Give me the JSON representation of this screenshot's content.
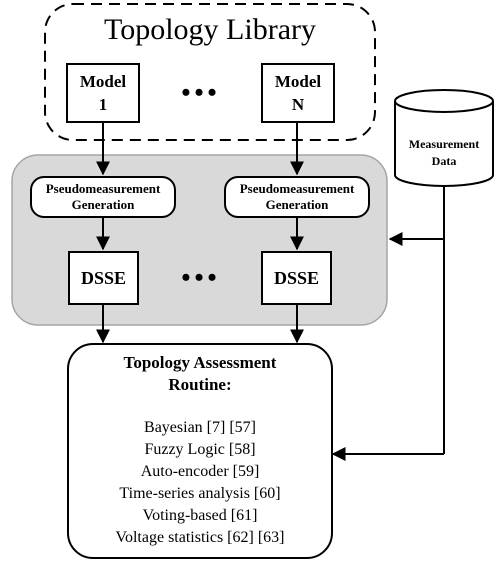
{
  "library": {
    "title": "Topology Library",
    "models": [
      {
        "line1": "Model",
        "line2": "1"
      },
      {
        "line1": "Model",
        "line2": "N"
      }
    ],
    "ellipsis": "•••"
  },
  "estimation": {
    "pseudo": [
      {
        "line1": "Pseudomeasurement",
        "line2": "Generation"
      },
      {
        "line1": "Pseudomeasurement",
        "line2": "Generation"
      }
    ],
    "dsse": [
      "DSSE",
      "DSSE"
    ],
    "ellipsis": "•••"
  },
  "measurement": {
    "line1": "Measurement",
    "line2": "Data"
  },
  "assessment": {
    "title_line1": "Topology Assessment",
    "title_line2": "Routine:",
    "methods": [
      "Bayesian [7] [57]",
      "Fuzzy Logic [58]",
      "Auto-encoder [59]",
      "Time-series analysis [60]",
      "Voting-based [61]",
      "Voltage statistics [62] [63]"
    ]
  },
  "colors": {
    "panel_fill": "#d9d9d9",
    "panel_stroke": "#a6a6a6",
    "line": "#000000"
  }
}
